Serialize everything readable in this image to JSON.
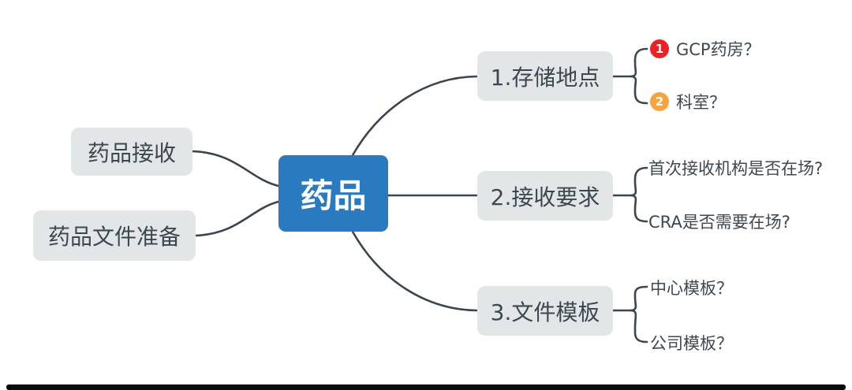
{
  "colors": {
    "root_bg": "#2A7ABF",
    "root_text": "#FFFFFF",
    "branch_bg": "#E2E6E7",
    "branch_text": "#3D4750",
    "connector_line": "#3B4450",
    "badge_1": "#EC2125",
    "badge_2": "#F6A440",
    "bottom_bar": "#000000"
  },
  "root": {
    "label": "药品"
  },
  "left": [
    {
      "label": "药品接收"
    },
    {
      "label": "药品文件准备"
    }
  ],
  "right": [
    {
      "label": "1.存储地点",
      "children": [
        {
          "badge": "1",
          "label": "GCP药房？"
        },
        {
          "badge": "2",
          "label": "科室？"
        }
      ]
    },
    {
      "label": "2.接收要求",
      "children": [
        {
          "label": "首次接收机构是否在场?"
        },
        {
          "label": "CRA是否需要在场?"
        }
      ]
    },
    {
      "label": "3.文件模板",
      "children": [
        {
          "label": "中心模板？"
        },
        {
          "label": "公司模板？"
        }
      ]
    }
  ]
}
